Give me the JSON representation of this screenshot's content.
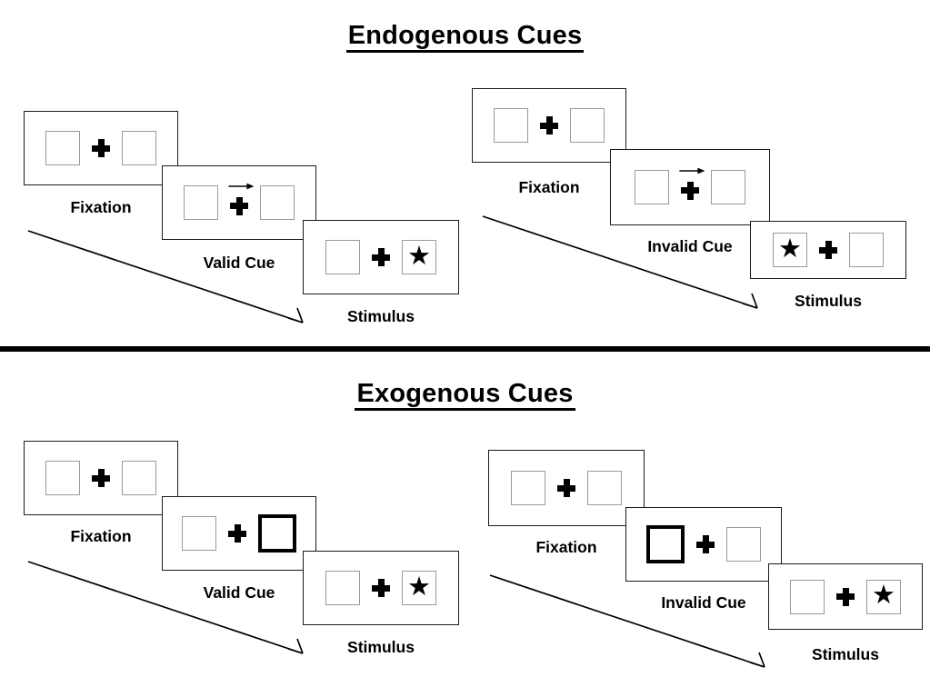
{
  "figure": {
    "sections": [
      {
        "id": "endogenous",
        "title": "Endogenous Cues",
        "sequences": [
          {
            "id": "endogenous-valid",
            "trial_type": "valid",
            "cue_kind": "arrow",
            "frames": [
              {
                "caption": "Fixation",
                "cue": "none",
                "cue_side": "none",
                "target_side": "none"
              },
              {
                "caption": "Valid Cue",
                "cue": "arrow-right",
                "cue_side": "right",
                "target_side": "none"
              },
              {
                "caption": "Stimulus",
                "cue": "none",
                "cue_side": "none",
                "target_side": "right"
              }
            ]
          },
          {
            "id": "endogenous-invalid",
            "trial_type": "invalid",
            "cue_kind": "arrow",
            "frames": [
              {
                "caption": "Fixation",
                "cue": "none",
                "cue_side": "none",
                "target_side": "none"
              },
              {
                "caption": "Invalid Cue",
                "cue": "arrow-right",
                "cue_side": "right",
                "target_side": "none"
              },
              {
                "caption": "Stimulus",
                "cue": "none",
                "cue_side": "none",
                "target_side": "left"
              }
            ]
          }
        ]
      },
      {
        "id": "exogenous",
        "title": "Exogenous Cues",
        "sequences": [
          {
            "id": "exogenous-valid",
            "trial_type": "valid",
            "cue_kind": "box-flash",
            "frames": [
              {
                "caption": "Fixation",
                "cue": "none",
                "cue_side": "none",
                "target_side": "none"
              },
              {
                "caption": "Valid Cue",
                "cue": "box-flash",
                "cue_side": "right",
                "target_side": "none"
              },
              {
                "caption": "Stimulus",
                "cue": "none",
                "cue_side": "none",
                "target_side": "right"
              }
            ]
          },
          {
            "id": "exogenous-invalid",
            "trial_type": "invalid",
            "cue_kind": "box-flash",
            "frames": [
              {
                "caption": "Fixation",
                "cue": "none",
                "cue_side": "none",
                "target_side": "none"
              },
              {
                "caption": "Invalid Cue",
                "cue": "box-flash",
                "cue_side": "left",
                "target_side": "none"
              },
              {
                "caption": "Stimulus",
                "cue": "none",
                "cue_side": "none",
                "target_side": "right"
              }
            ]
          }
        ]
      }
    ],
    "glyphs": {
      "target": "★",
      "fixation": "fixation-cross-plus",
      "cue_arrow": "arrow-right-icon",
      "time_arrow": "time-progression-arrow"
    },
    "colors": {
      "ink": "#000000",
      "panel_border": "#1a1a1a",
      "square_border": "#9a9a9a",
      "cued_square_border": "#000000",
      "background": "#ffffff",
      "divider": "#000000"
    }
  }
}
